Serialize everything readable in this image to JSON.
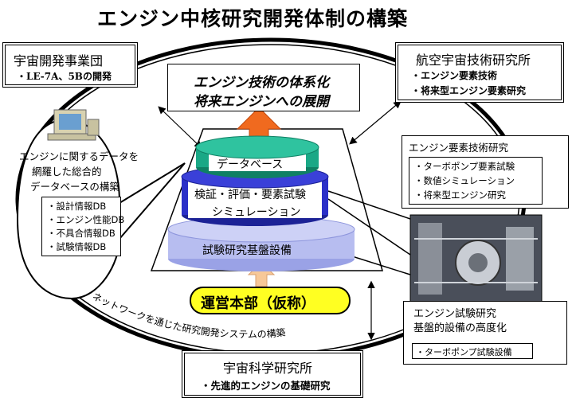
{
  "title": "エンジン中核研究開発体制の構築",
  "org_space_dev": {
    "name": "宇宙開発事業団",
    "item": "・LE-7A、5Bの開発"
  },
  "org_aero": {
    "name": "航空宇宙技術研究所",
    "items": [
      "・エンジン要素技術",
      "・将来型エンジン要素研究"
    ]
  },
  "org_space_sci": {
    "name": "宇宙科学研究所",
    "item": "・先進的エンジンの基礎研究"
  },
  "goal": {
    "line1": "エンジン技術の体系化",
    "line2": "将来エンジンへの展開"
  },
  "database_bubble": {
    "heading": [
      "エンジンに関するデータを",
      "網羅した総合的",
      "データベースの構築"
    ],
    "items": [
      "・設計情報DB",
      "・エンジン性能DB",
      "・不具合情報DB",
      "・試験情報DB"
    ]
  },
  "tiers": {
    "top": "データベース",
    "middle": [
      "検証・評価・要素試験",
      "シミュレーション"
    ],
    "bottom": "試験研究基盤設備"
  },
  "hq": "運営本部（仮称）",
  "network_label": "ネットワークを通じた研究開発システムの構築",
  "element_research": {
    "title": "エンジン要素技術研究",
    "items": [
      "・ターボポンプ要素試験",
      "・数値シミュレーション",
      "・将来型エンジン研究"
    ]
  },
  "test_facility": {
    "title": [
      "エンジン試験研究",
      "基盤的設備の高度化"
    ],
    "item": "・ターボポンプ試験設備"
  },
  "colors": {
    "teal": "#1aa886",
    "blue": "#2b30c8",
    "lavender": "#b7bdf0",
    "yellow": "#ffff22",
    "arrow_orange": "#f06a1f",
    "arrow_peach": "#f7c898"
  }
}
